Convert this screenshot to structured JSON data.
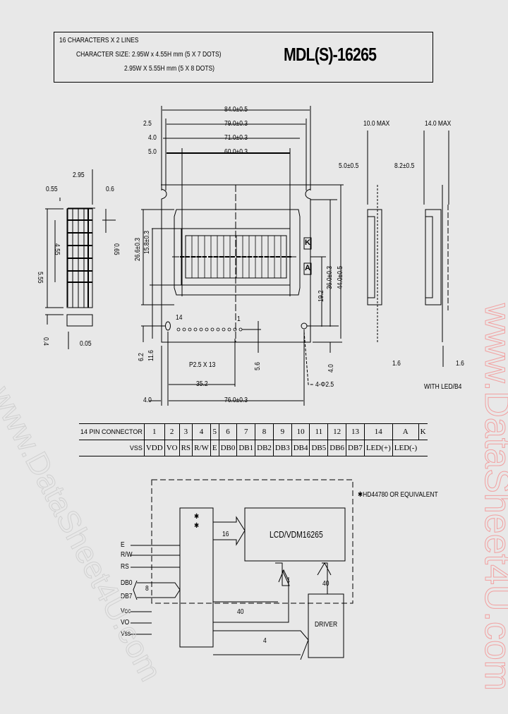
{
  "header": {
    "line1": "16 CHARACTERS X 2 LINES",
    "line2": "CHARACTER SIZE: 2.95W x 4.55H mm (5 X 7 DOTS)",
    "line3": "2.95W X 5.55H mm (5 X 8 DOTS)",
    "model": "MDL(S)-16265"
  },
  "front_view": {
    "dims_top": [
      "84.0±0.5",
      "79.0±0.3",
      "71.0±0.3",
      "60.0±0.3"
    ],
    "dims_top_left": [
      "2.5",
      "4.0",
      "5.0"
    ],
    "dims_left": [
      "26.6±0.3",
      "15.8±0.3",
      "6.2",
      "11.6"
    ],
    "dims_right": [
      "36.0±0.3",
      "44.0±0.5",
      "19.2",
      "4.0"
    ],
    "dims_bottom": [
      "P2.5 X 13",
      "35.2",
      "76.0±0.3",
      "4.0",
      "5.6"
    ],
    "pin_labels": [
      "14",
      "1"
    ],
    "led_labels": [
      "K",
      "A"
    ],
    "hole_label": "4-Φ2.5"
  },
  "char_detail": {
    "dims": [
      "2.95",
      "0.55",
      "0.6",
      "5.55",
      "4.55",
      "0.65",
      "0.4",
      "0.05"
    ]
  },
  "side_views": {
    "left": {
      "max": "10.0 MAX",
      "dim": "5.0±0.5",
      "thick": "1.6"
    },
    "right": {
      "max": "14.0 MAX",
      "dim": "8.2±0.5",
      "thick": "1.6",
      "caption": "WITH LED/B4"
    }
  },
  "pin_table": {
    "title": "14 PIN CONNECTOR",
    "pins": [
      "1",
      "2",
      "3",
      "4",
      "5",
      "6",
      "7",
      "8",
      "9",
      "10",
      "11",
      "12",
      "13",
      "14",
      "A",
      "K"
    ],
    "signals": [
      "VSS",
      "VDD",
      "VO",
      "RS",
      "R/W",
      "E",
      "DB0",
      "DB1",
      "DB2",
      "DB3",
      "DB4",
      "DB5",
      "DB6",
      "DB7",
      "LED(+)",
      "LED(-)"
    ]
  },
  "block_diagram": {
    "note": "✱HD44780 OR EQUIVALENT",
    "controller_label": "LCD/VDM16265",
    "driver_label": "DRIVER",
    "inputs": [
      "E",
      "R/W",
      "RS",
      "DB0",
      "DB7",
      "Vcc",
      "VO",
      "Vss"
    ],
    "bus_labels": [
      "16",
      "8",
      "40",
      "40",
      "4"
    ],
    "chip_marks": [
      "✱",
      "✱"
    ]
  },
  "watermarks": {
    "right": "www.DataSheet4U.com",
    "left": "www.DataSheet4U.com"
  }
}
